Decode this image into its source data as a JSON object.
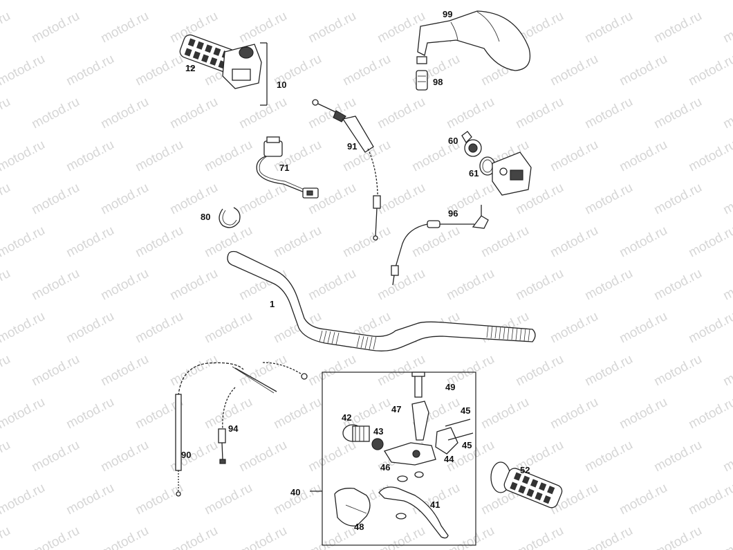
{
  "watermark": {
    "text": "motod.ru"
  },
  "parts": {
    "p1": "1",
    "p10": "10",
    "p12": "12",
    "p40": "40",
    "p41": "41",
    "p42": "42",
    "p43": "43",
    "p44": "44",
    "p45a": "45",
    "p45b": "45",
    "p46": "46",
    "p47": "47",
    "p48": "48",
    "p49": "49",
    "p52": "52",
    "p60": "60",
    "p61": "61",
    "p71": "71",
    "p80": "80",
    "p90": "90",
    "p91": "91",
    "p94": "94",
    "p96": "96",
    "p98": "98",
    "p99": "99"
  }
}
